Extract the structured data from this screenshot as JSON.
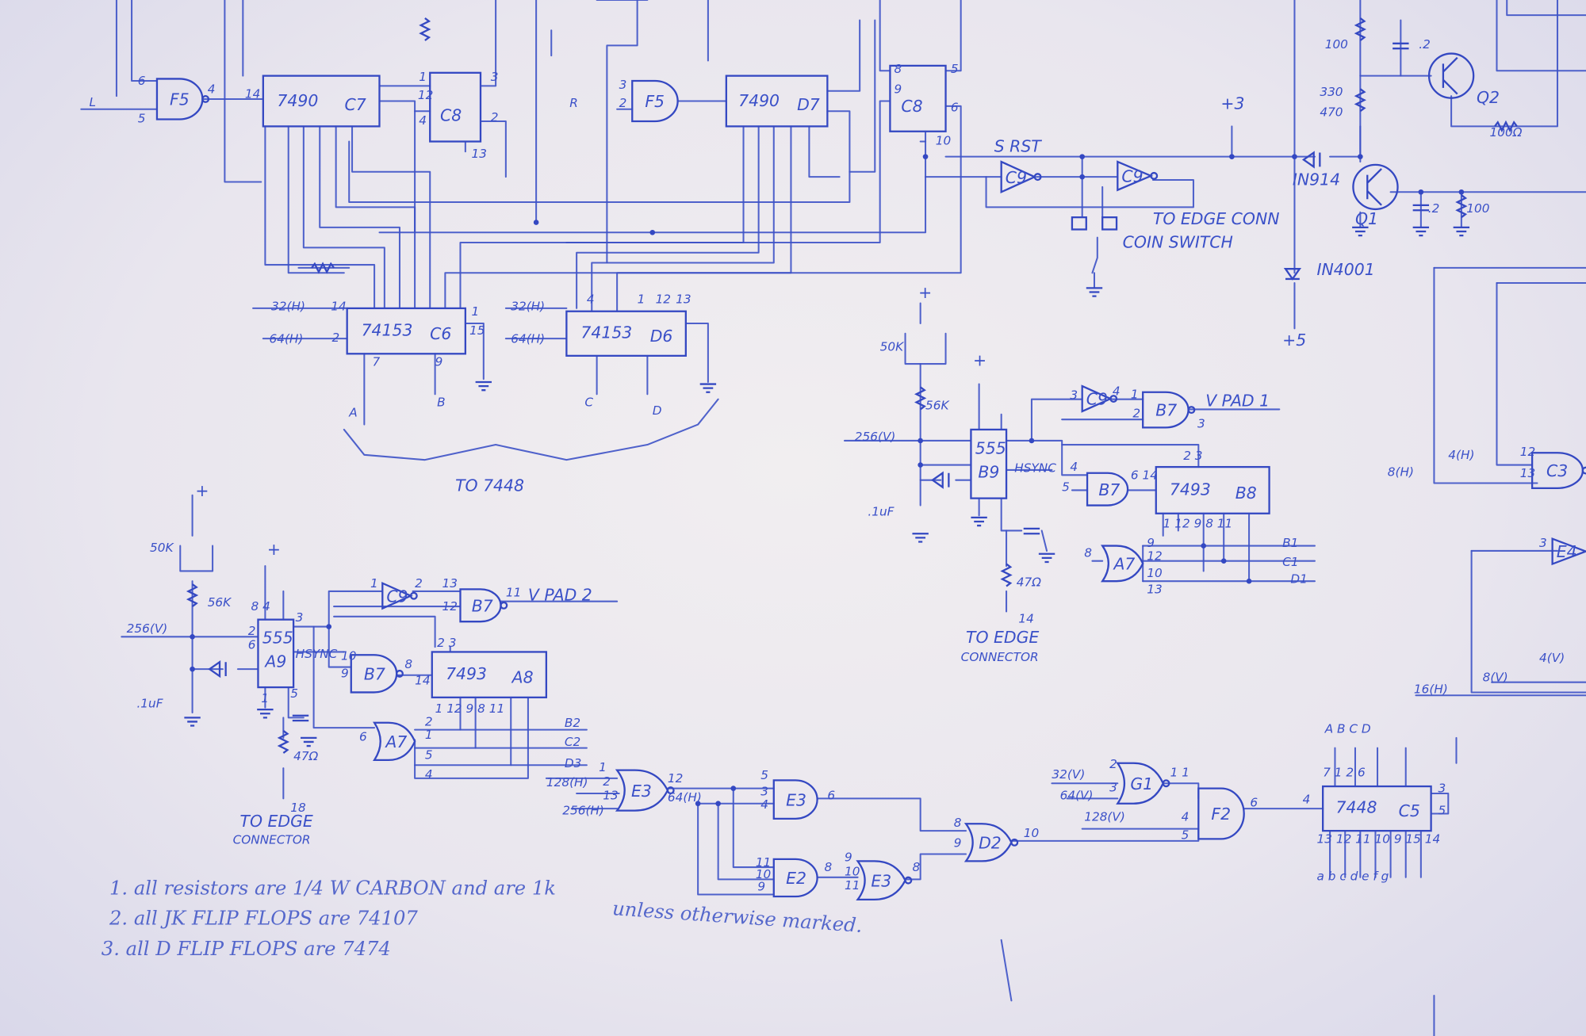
{
  "chips": [
    {
      "type": "7490",
      "ref": "C7"
    },
    {
      "type": "",
      "ref": "C8"
    },
    {
      "type": "7490",
      "ref": "D7"
    },
    {
      "type": "",
      "ref": "C8"
    },
    {
      "type": "74153",
      "ref": "C6"
    },
    {
      "type": "74153",
      "ref": "D6"
    },
    {
      "type": "555",
      "ref": "B9"
    },
    {
      "type": "7493",
      "ref": "B8"
    },
    {
      "type": "555",
      "ref": "A9"
    },
    {
      "type": "7493",
      "ref": "A8"
    },
    {
      "type": "7448",
      "ref": "C5"
    }
  ],
  "gates": [
    "F5",
    "F5",
    "C9",
    "C9",
    "C9",
    "B7",
    "B7",
    "A7",
    "C9",
    "B7",
    "B7",
    "A7",
    "E3",
    "E3",
    "E2",
    "E3",
    "D2",
    "G1",
    "F2",
    "C3",
    "E4"
  ],
  "annotations": [
    "L",
    "6",
    "5",
    "4",
    "14",
    "S RST",
    "TO EDGE CONN",
    "COIN SWITCH",
    "+3",
    "IN914",
    "IN4001",
    "+5",
    "100",
    ".2",
    "330",
    "470",
    "100Ω",
    "Q2",
    "Q1",
    ".2",
    "100",
    "R",
    "32(H)",
    "64(H)",
    "14",
    "2",
    "7",
    "9",
    "A",
    "B",
    "C",
    "D",
    "1",
    "15",
    "32(H)",
    "64(H)",
    "TO 7448",
    "50K",
    "56K",
    "256(V)",
    ".1uF",
    "+",
    "+",
    "3",
    "4",
    "1",
    "2",
    "3",
    "V PAD 1",
    "HSYNC",
    "4",
    "5",
    "6 14",
    "2 3",
    "1 12 9 8 11",
    "8",
    "9",
    "12",
    "10",
    "13",
    "B1",
    "C1",
    "D1",
    "47Ω",
    "14",
    "TO EDGE",
    "CONNECTOR",
    "8(H)",
    "4(H)",
    "12",
    "13",
    "3",
    "16(H)",
    "8(V)",
    "4(V)",
    "+",
    "50K",
    "56K",
    "256(V)",
    ".1uF",
    "+",
    "8 4",
    "3",
    "2",
    "6",
    "HSYNC",
    "1",
    "5",
    "47Ω",
    "18",
    "TO EDGE",
    "CONNECTOR",
    "1",
    "2",
    "13",
    "12",
    "11",
    "V PAD 2",
    "10",
    "9",
    "8",
    "14",
    "2 3",
    "1 12 9 8 11",
    "6",
    "2",
    "1",
    "5",
    "4",
    "B2",
    "C2",
    "D3",
    "1",
    "128(H)",
    "2",
    "13",
    "256(H)",
    "12",
    "64(H)",
    "5",
    "3",
    "4",
    "6",
    "11",
    "10",
    "9",
    "8",
    "9",
    "10",
    "11",
    "8",
    "8",
    "9",
    "10",
    "32(V)",
    "2",
    "64(V)",
    "3",
    "1 1",
    "128(V)",
    "4",
    "5",
    "6",
    "4",
    "A  B  C  D",
    "7   1   2   6",
    "13 12 11 10 9 15 14",
    "a  b  c  d  e  f  g",
    "3",
    "5",
    "3",
    "2",
    "12",
    "4",
    "1",
    "13",
    "8",
    "9",
    "12",
    "4",
    "1",
    "3",
    "2",
    "13",
    "10",
    "6",
    "5"
  ],
  "notes": [
    "1. all resistors are 1/4 W CARBON and are 1k",
    "2. all JK FLIP FLOPS are 74107",
    "3. all D FLIP FLOPS are 7474",
    "unless otherwise marked."
  ],
  "colors": {
    "ink": "#3a50c8",
    "paper": "#ece9ee"
  }
}
